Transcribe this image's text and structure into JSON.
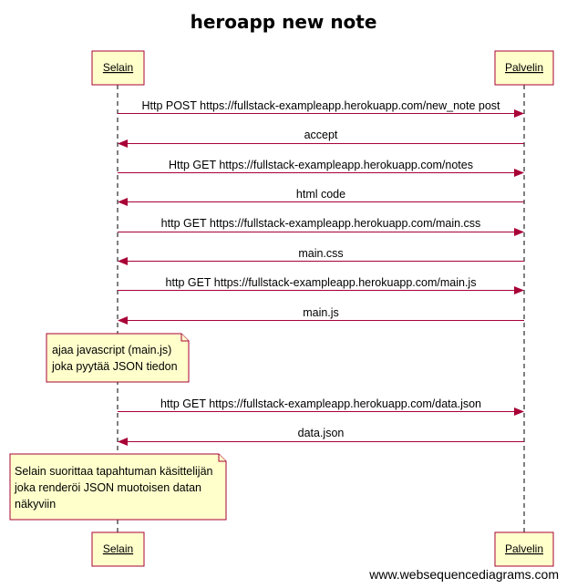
{
  "title": "heroapp new note",
  "footer": "www.websequencediagrams.com",
  "participants": [
    {
      "id": "selain",
      "label": "Selain"
    },
    {
      "id": "palvelin",
      "label": "Palvelin"
    }
  ],
  "messages": [
    {
      "from": "selain",
      "to": "palvelin",
      "label": "Http POST https://fullstack-exampleapp.herokuapp.com/new_note post"
    },
    {
      "from": "palvelin",
      "to": "selain",
      "label": "accept"
    },
    {
      "from": "selain",
      "to": "palvelin",
      "label": "Http GET https://fullstack-exampleapp.herokuapp.com/notes"
    },
    {
      "from": "palvelin",
      "to": "selain",
      "label": "html code"
    },
    {
      "from": "selain",
      "to": "palvelin",
      "label": "http GET https://fullstack-exampleapp.herokuapp.com/main.css"
    },
    {
      "from": "palvelin",
      "to": "selain",
      "label": "main.css"
    },
    {
      "from": "selain",
      "to": "palvelin",
      "label": "http GET https://fullstack-exampleapp.herokuapp.com/main.js"
    },
    {
      "from": "palvelin",
      "to": "selain",
      "label": "main.js"
    },
    {
      "from": "selain",
      "to": "palvelin",
      "label": "http GET https://fullstack-exampleapp.herokuapp.com/data.json"
    },
    {
      "from": "palvelin",
      "to": "selain",
      "label": "data.json"
    }
  ],
  "notes": [
    {
      "over": "selain",
      "lines": [
        "ajaa javascript (main.js)",
        "joka pyytää JSON tiedon"
      ]
    },
    {
      "over": "selain",
      "lines": [
        "Selain suorittaa tapahtuman käsittelijän",
        "joka renderöi JSON muotoisen datan",
        "näkyviin"
      ]
    }
  ]
}
